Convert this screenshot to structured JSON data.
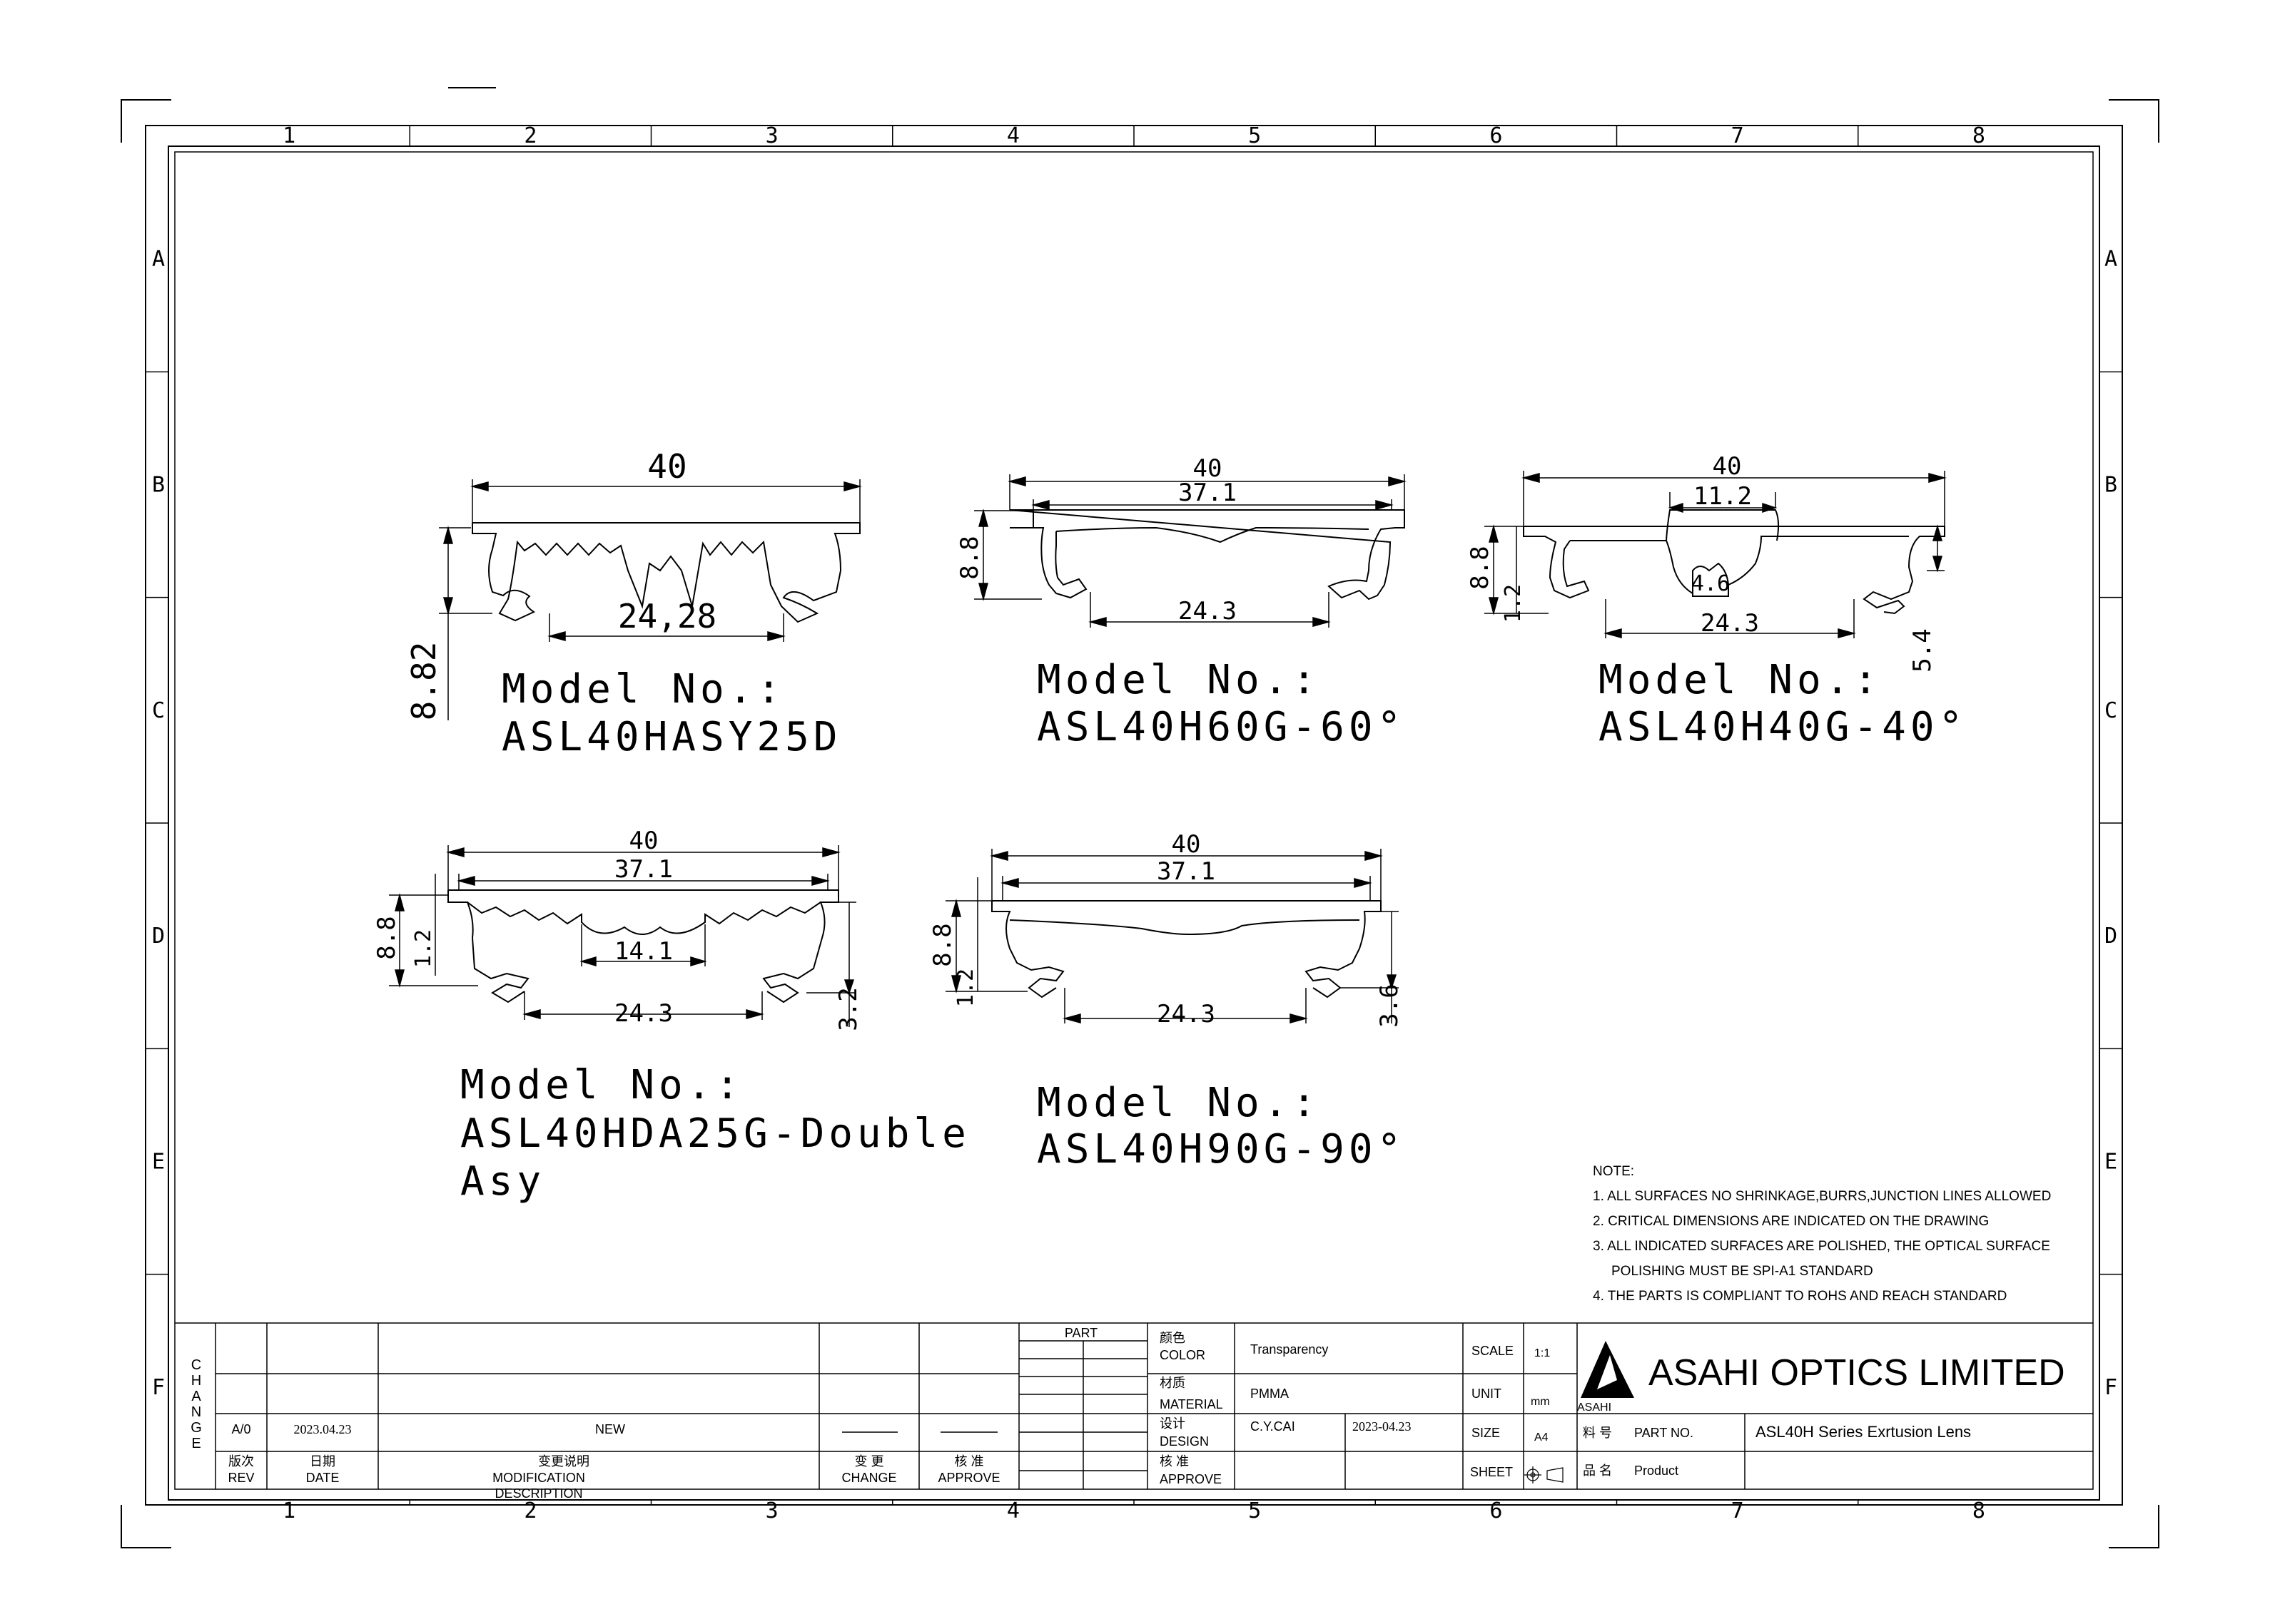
{
  "grid": {
    "columns": [
      "1",
      "2",
      "3",
      "4",
      "5",
      "6",
      "7",
      "8"
    ],
    "rows": [
      "A",
      "B",
      "C",
      "D",
      "E",
      "F"
    ]
  },
  "models": [
    {
      "label": "Model No.:",
      "name": "ASL40HASY25D",
      "dims": {
        "width": "40",
        "inner": "24,28",
        "height": "8.82"
      }
    },
    {
      "label": "Model No.:",
      "name": "ASL40H60G-60°",
      "dims": {
        "width": "40",
        "face": "37.1",
        "height": "8.8",
        "inner": "24.3"
      }
    },
    {
      "label": "Model No.:",
      "name": "ASL40H40G-40°",
      "dims": {
        "width": "40",
        "lens": "11.2",
        "gap": "4.6",
        "height": "8.8",
        "thick": "1.2",
        "inner": "24.3",
        "side": "5.4"
      }
    },
    {
      "label": "Model No.:",
      "name": "ASL40HDA25G-Double",
      "name2": "Asy",
      "dims": {
        "width": "40",
        "face": "37.1",
        "height": "8.8",
        "thick": "1.2",
        "lens": "14.1",
        "inner": "24.3",
        "side": "3.2"
      }
    },
    {
      "label": "Model No.:",
      "name": "ASL40H90G-90°",
      "dims": {
        "width": "40",
        "face": "37.1",
        "height": "8.8",
        "thick": "1.2",
        "inner": "24.3",
        "side": "3.6"
      }
    }
  ],
  "notes": {
    "title": "NOTE:",
    "items": [
      "1. ALL SURFACES NO SHRINKAGE,BURRS,JUNCTION LINES ALLOWED",
      "2. CRITICAL DIMENSIONS ARE INDICATED ON THE DRAWING",
      "3. ALL INDICATED SURFACES ARE POLISHED, THE OPTICAL SURFACE",
      "POLISHING MUST BE SPI-A1 STANDARD",
      "4. THE PARTS IS COMPLIANT TO ROHS AND REACH STANDARD"
    ]
  },
  "title_block": {
    "change_label": "CHANGE",
    "rev_value": "A/0",
    "date_value": "2023.04.23",
    "modification_value": "NEW",
    "rev_cn": "版次",
    "rev_en": "REV",
    "date_cn": "日期",
    "date_en": "DATE",
    "mod_cn": "变更说明",
    "mod_en": "MODIFICATION",
    "mod_en2": "DESCRIPTION",
    "chg_cn": "变 更",
    "chg_en": "CHANGE",
    "appr_cn": "核 准",
    "appr_en": "APPROVE",
    "part_label": "PART",
    "color_cn": "颜色",
    "color_en": "COLOR",
    "color_value": "Transparency",
    "material_cn": "材质",
    "material_en": "MATERIAL",
    "material_value": "PMMA",
    "design_cn": "设计",
    "design_en": "DESIGN",
    "design_value": "C.Y.CAI",
    "design_date": "2023-04.23",
    "approve_cn": "核 准",
    "approve_en": "APPROVE",
    "scale_label": "SCALE",
    "scale_value": "1:1",
    "unit_label": "UNIT",
    "unit_value": "mm",
    "size_label": "SIZE",
    "size_value": "A4",
    "sheet_label": "SHEET",
    "company": "ASAHI OPTICS LIMITED",
    "logo_text": "ASAHI",
    "partno_cn": "料 号",
    "partno_en": "PART NO.",
    "partno_value": "ASL40H Series Exrtusion Lens",
    "product_cn": "品 名",
    "product_en": "Product"
  }
}
